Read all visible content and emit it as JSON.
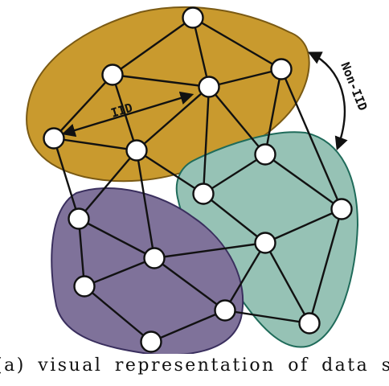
{
  "labels": {
    "iid": "IID",
    "non_iid": "Non-IID"
  },
  "caption": "(a) visual representation of data skewness",
  "colors": {
    "cluster_gold": "#c99a2e",
    "cluster_gold_stroke": "#7a5a14",
    "cluster_teal": "#96c2b5",
    "cluster_teal_stroke": "#1f6b5a",
    "cluster_purple": "#7f729a",
    "cluster_purple_stroke": "#3a2f5e"
  },
  "clusters": [
    {
      "name": "gold-cluster",
      "color_key": "cluster_gold"
    },
    {
      "name": "teal-cluster",
      "color_key": "cluster_teal"
    },
    {
      "name": "purple-cluster",
      "color_key": "cluster_purple"
    }
  ]
}
